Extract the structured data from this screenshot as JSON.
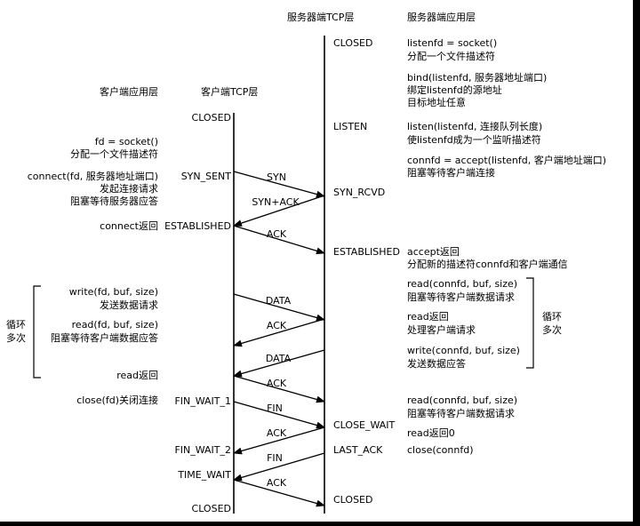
{
  "colors": {
    "background": "#ffffff",
    "ink": "#000000",
    "frame": "#000000"
  },
  "headers": {
    "server_tcp": "服务器端TCP层",
    "server_app": "服务器端应用层",
    "client_app": "客户端应用层",
    "client_tcp": "客户端TCP层"
  },
  "client_states": {
    "closed_top": "CLOSED",
    "syn_sent": "SYN_SENT",
    "established": "ESTABLISHED",
    "fin_wait_1": "FIN_WAIT_1",
    "fin_wait_2": "FIN_WAIT_2",
    "time_wait": "TIME_WAIT",
    "closed_bottom": "CLOSED"
  },
  "server_states": {
    "closed_top": "CLOSED",
    "listen": "LISTEN",
    "syn_rcvd": "SYN_RCVD",
    "established": "ESTABLISHED",
    "close_wait": "CLOSE_WAIT",
    "last_ack": "LAST_ACK",
    "closed_bottom": "CLOSED"
  },
  "messages": {
    "syn": "SYN",
    "syn_ack": "SYN+ACK",
    "ack1": "ACK",
    "data1": "DATA",
    "ack2": "ACK",
    "data2": "DATA",
    "ack3": "ACK",
    "fin1": "FIN",
    "ack4": "ACK",
    "fin2": "FIN",
    "ack5": "ACK"
  },
  "client_app": {
    "socket": "fd = socket()",
    "socket_note": "分配一个文件描述符",
    "connect": "connect(fd, 服务器地址端口)",
    "connect_note1": "发起连接请求",
    "connect_note2": "阻塞等待服务器应答",
    "connect_return": "connect返回",
    "write": "write(fd, buf, size)",
    "write_note": "发送数据请求",
    "read": "read(fd, buf, size)",
    "read_note": "阻塞等待客户端数据应答",
    "read_return": "read返回",
    "close": "close(fd)关闭连接",
    "loop_label1": "循环",
    "loop_label2": "多次"
  },
  "server_app": {
    "socket": "listenfd = socket()",
    "socket_note": "分配一个文件描述符",
    "bind": "bind(listenfd, 服务器地址端口)",
    "bind_note1": "绑定listenfd的源地址",
    "bind_note2": "目标地址任意",
    "listen": "listen(listenfd, 连接队列长度)",
    "listen_note": "使listenfd成为一个监听描述符",
    "accept": "connfd = accept(listenfd, 客户端地址端口)",
    "accept_note": "阻塞等待客户端连接",
    "accept_return": "accept返回",
    "accept_return_note": "分配新的描述符connfd和客户端通信",
    "read": "read(connfd, buf, size)",
    "read_note": "阻塞等待客户端数据请求",
    "read_return": "read返回",
    "read_return_note": "处理客户端请求",
    "write": "write(connfd, buf, size)",
    "write_note": "发送数据应答",
    "read2": "read(connfd, buf, size)",
    "read2_note": "阻塞等待客户端数据请求",
    "read_return0": "read返回0",
    "close": "close(connfd)",
    "loop_label1": "循环",
    "loop_label2": "多次"
  }
}
